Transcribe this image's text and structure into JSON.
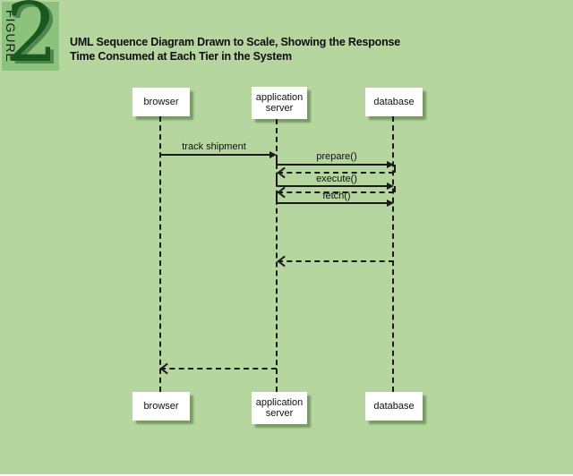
{
  "figure": {
    "kicker": "FIGURE",
    "number": "2",
    "title_line1": "UML Sequence Diagram Drawn to Scale, Showing the Response",
    "title_line2": "Time Consumed at Each Tier in the System"
  },
  "diagram": {
    "actors": [
      {
        "label": "browser"
      },
      {
        "label": "application server"
      },
      {
        "label": "database"
      }
    ],
    "messages": [
      {
        "label": "track shipment",
        "type": "call",
        "from": "browser",
        "to": "application server"
      },
      {
        "label": "prepare()",
        "type": "call",
        "from": "application server",
        "to": "database"
      },
      {
        "label": "",
        "type": "return",
        "from": "database",
        "to": "application server"
      },
      {
        "label": "execute()",
        "type": "call",
        "from": "application server",
        "to": "database"
      },
      {
        "label": "",
        "type": "return",
        "from": "database",
        "to": "application server"
      },
      {
        "label": "fetch()",
        "type": "call",
        "from": "application server",
        "to": "database"
      },
      {
        "label": "",
        "type": "return",
        "from": "database",
        "to": "application server"
      },
      {
        "label": "",
        "type": "return",
        "from": "application server",
        "to": "browser"
      }
    ]
  },
  "colors": {
    "page-bg": "#b6d6a0",
    "badge-bg": "#8dc27c",
    "figure-number": "#17591f",
    "line": "#1a1a1a",
    "box-bg": "#ffffff",
    "box-shadow": "#7a9c64",
    "title-text": "#0e0e0e"
  }
}
